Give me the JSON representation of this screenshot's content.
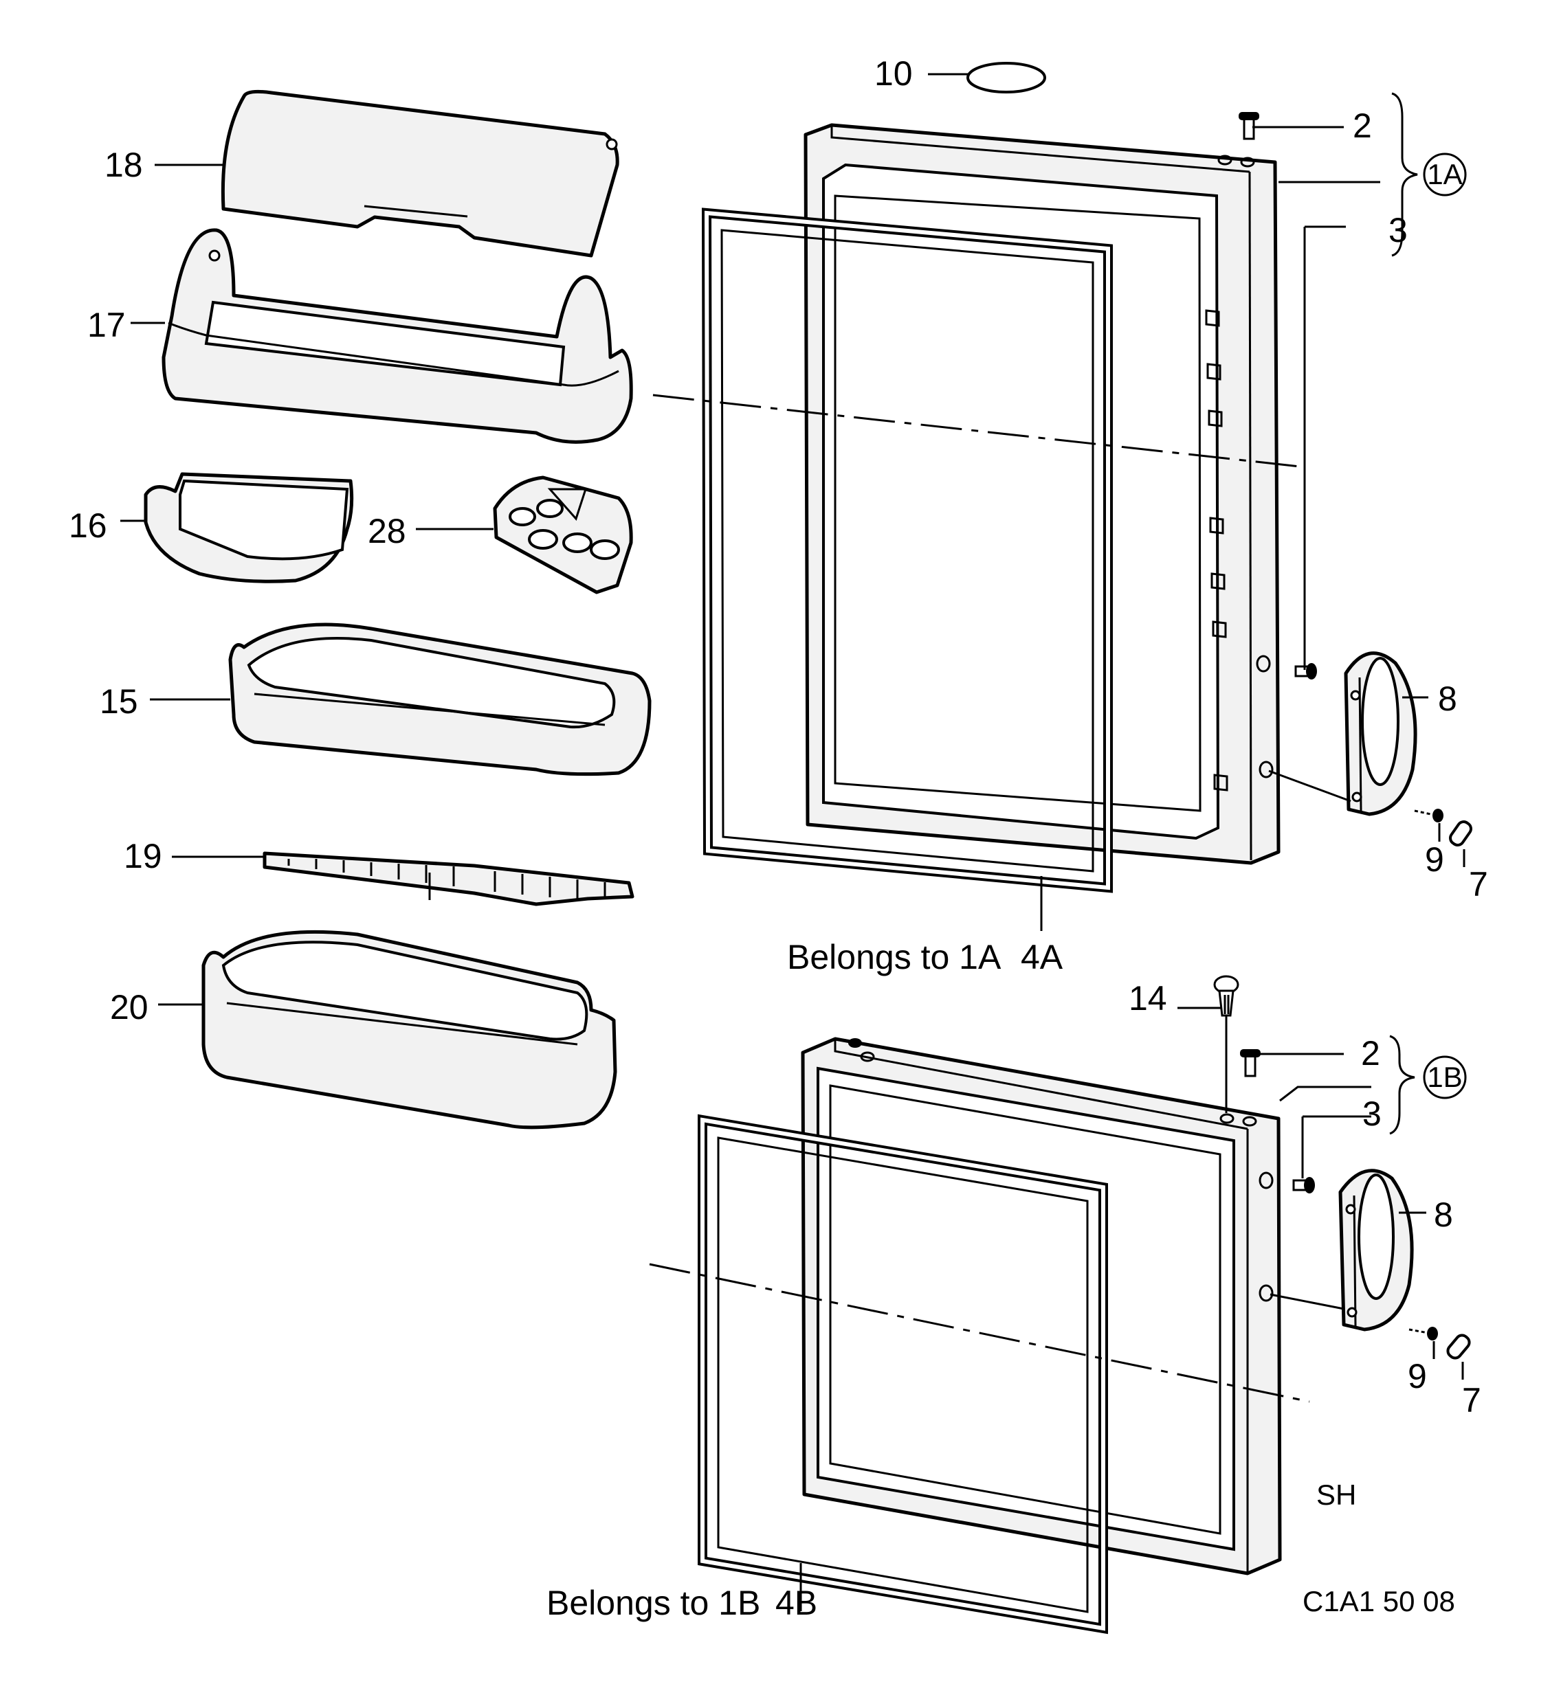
{
  "labels": {
    "l10": "10",
    "l2a": "2",
    "l1a": "1A",
    "l3a": "3",
    "l18": "18",
    "l17": "17",
    "l16": "16",
    "l28": "28",
    "l15": "15",
    "l8a": "8",
    "l9a": "9",
    "l7a": "7",
    "l19": "19",
    "l20": "20",
    "l4a": "4A",
    "note_a": "Belongs to 1A",
    "l14": "14",
    "l2b": "2",
    "l1b": "1B",
    "l3b": "3",
    "l8b": "8",
    "l9b": "9",
    "l7b": "7",
    "sh": "SH",
    "l4b": "4B",
    "note_b": "Belongs to 1B",
    "drawing_code": "C1A1 50 08"
  }
}
